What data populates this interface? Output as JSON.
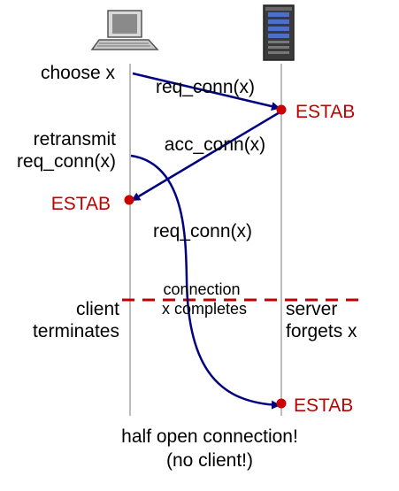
{
  "labels": {
    "choose_x": "choose x",
    "req_conn_1": "req_conn(x)",
    "estab_server_1": "ESTAB",
    "retransmit_line1": "retransmit",
    "retransmit_line2": "req_conn(x)",
    "acc_conn": "acc_conn(x)",
    "estab_client": "ESTAB",
    "req_conn_2": "req_conn(x)",
    "connection_line1": "connection",
    "connection_line2": "x completes",
    "client_line1": "client",
    "client_line2": "terminates",
    "server_line1": "server",
    "server_line2": "forgets x",
    "estab_server_2": "ESTAB",
    "caption_line1": "half open connection!",
    "caption_line2": "(no client!)"
  },
  "colors": {
    "arrow": "#000080",
    "estab_text": "#c00000",
    "event_dot": "#cc0000",
    "dashed_line": "#c00000",
    "timeline": "#999999"
  },
  "icons": {
    "client": "laptop-computer-icon",
    "server": "server-tower-icon"
  }
}
